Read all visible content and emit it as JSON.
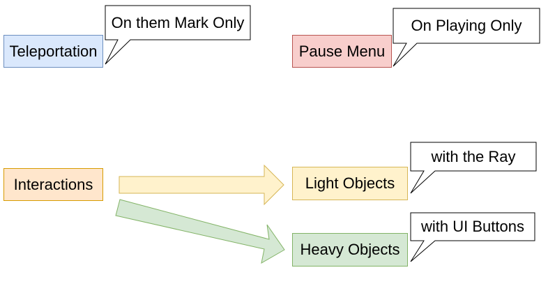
{
  "colors": {
    "blue_fill": "#dae8fc",
    "blue_stroke": "#6c8ebf",
    "red_fill": "#f8cecc",
    "red_stroke": "#b85450",
    "orange_fill": "#ffe6cc",
    "orange_stroke": "#d79b00",
    "yellow_fill": "#fff2cc",
    "yellow_stroke": "#d6b656",
    "green_fill": "#d5e8d4",
    "green_stroke": "#82b366"
  },
  "nodes": {
    "teleportation": "Teleportation",
    "pause_menu": "Pause Menu",
    "interactions": "Interactions",
    "light_objects": "Light Objects",
    "heavy_objects": "Heavy Objects"
  },
  "callouts": {
    "teleportation": "On them Mark Only",
    "pause_menu": "On Playing Only",
    "light_objects": "with the Ray",
    "heavy_objects": "with UI Buttons"
  }
}
